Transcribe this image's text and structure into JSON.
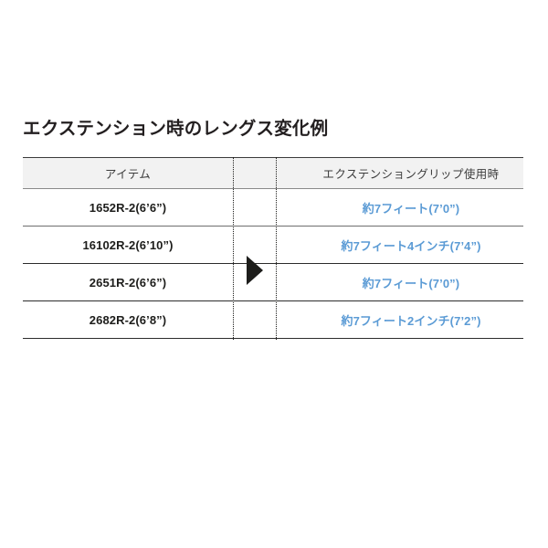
{
  "page": {
    "background_color": "#ffffff",
    "title": "エクステンション時のレングス変化例"
  },
  "table": {
    "accent_color": "#5b9bd5",
    "header_background": "#f2f2f2",
    "text_color": "#1d1d1b",
    "columns": [
      {
        "key": "item",
        "label": "アイテム"
      },
      {
        "key": "gap",
        "label": ""
      },
      {
        "key": "extension",
        "label": "エクステンショングリップ使用時"
      }
    ],
    "rows": [
      {
        "item": "1652R-2(6’6”)",
        "gap": "",
        "extension": "約7フィート(7’0”)"
      },
      {
        "item": "16102R-2(6’10”)",
        "gap": "",
        "extension": "約7フィート4インチ(7’4”)"
      },
      {
        "item": "2651R-2(6’6”)",
        "gap": "",
        "extension": "約7フィート(7’0”)"
      },
      {
        "item": "2682R-2(6’8”)",
        "gap": "",
        "extension": "約7フィート2インチ(7’2”)"
      }
    ]
  },
  "marker": {
    "icon": "right-triangle-arrow-icon",
    "color": "#1d1d1b"
  }
}
